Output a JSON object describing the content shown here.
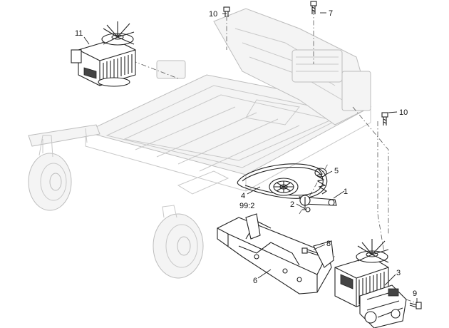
{
  "callouts": {
    "c1": "1",
    "c2": "2",
    "c3": "3",
    "c4": "4",
    "c4_note": "99:2",
    "c5": "5",
    "c6": "6",
    "c7": "7",
    "c8": "8",
    "c9": "9",
    "c10_top": "10",
    "c10_right": "10",
    "c11": "11"
  }
}
